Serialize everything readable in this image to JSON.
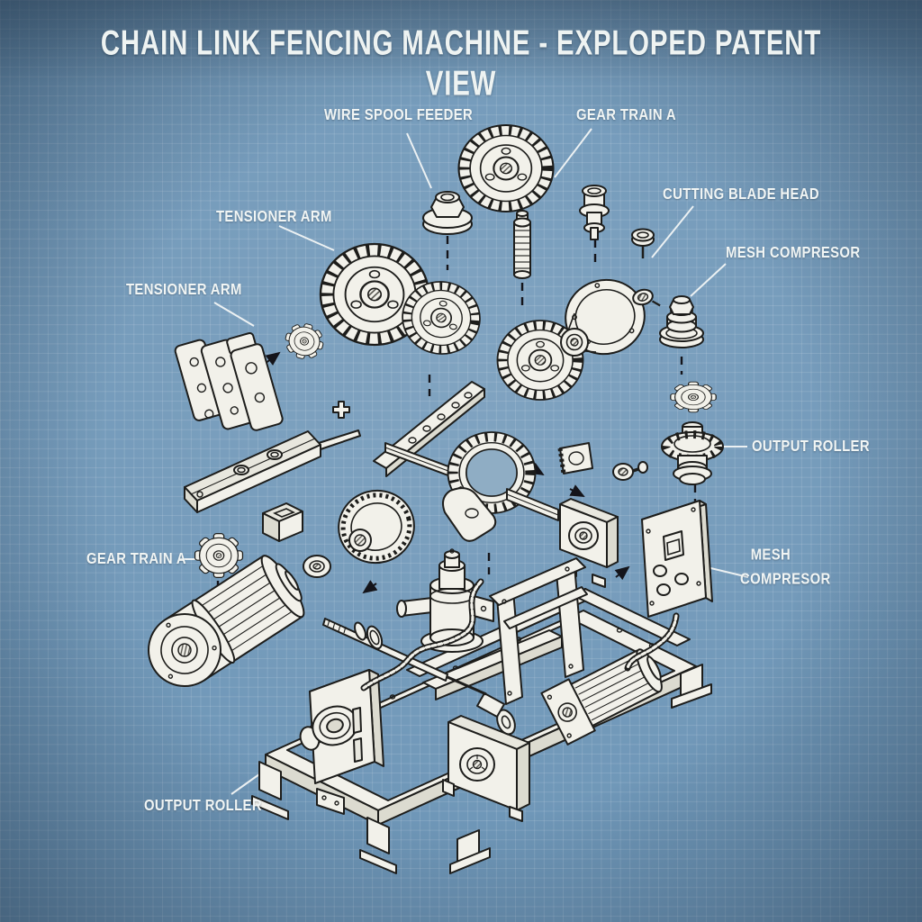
{
  "title": "CHAIN LINK FENCING MACHINE - EXPLOPED PATENT VIEW",
  "diagram": {
    "labels": {
      "wire_spool_feeder": "WIRE SPOOL FEEDER",
      "gear_train_a_top": "GEAR TRAIN A",
      "tensioner_arm_upper": "TENSIONER ARM",
      "cutting_blade_head": "CUTTING BLADE HEAD",
      "mesh_compresor_right": "MESH COMPRESOR",
      "tensioner_arm_lower": "TENSIONER ARM",
      "output_roller_right": "OUTPUT ROLLER",
      "gear_train_a_left": "GEAR TRAIN A",
      "mesh_compresor_box_line1": "MESH",
      "mesh_compresor_box_line2": "COMPRESOR",
      "output_roller_bottom": "OUTPUT ROLLER"
    },
    "colors": {
      "background": "#6f97b8",
      "grid_line": "#a9c5da",
      "ink": "#1d1d1b",
      "paper": "#f2f1ea",
      "label_text": "#f1f5f4"
    },
    "style": "patent exploded isometric line drawing on blueprint grid"
  }
}
